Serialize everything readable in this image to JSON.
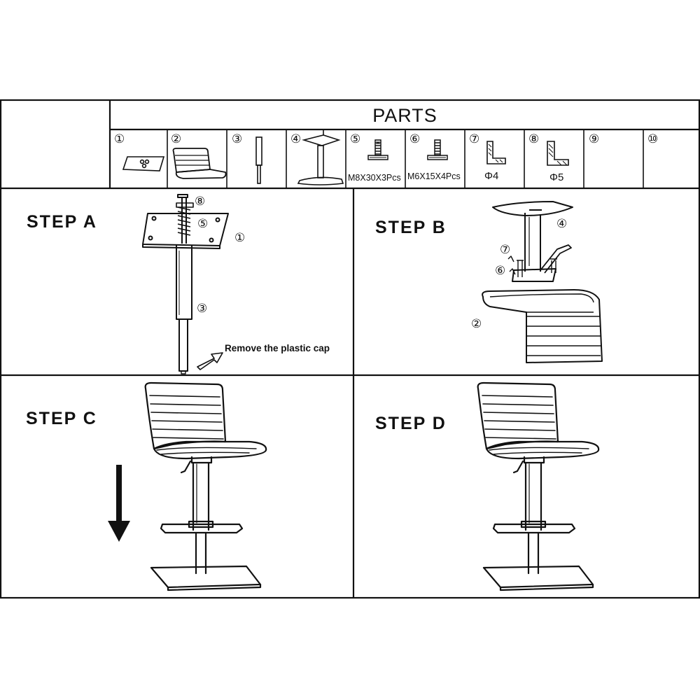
{
  "parts": {
    "title": "PARTS",
    "items": [
      {
        "num": "①",
        "label": ""
      },
      {
        "num": "②",
        "label": ""
      },
      {
        "num": "③",
        "label": ""
      },
      {
        "num": "④",
        "label": ""
      },
      {
        "num": "⑤",
        "label": "M8X30X3Pcs"
      },
      {
        "num": "⑥",
        "label": "M6X15X4Pcs"
      },
      {
        "num": "⑦",
        "label": "Φ4"
      },
      {
        "num": "⑧",
        "label": "Φ5"
      },
      {
        "num": "⑨",
        "label": ""
      },
      {
        "num": "⑩",
        "label": ""
      }
    ]
  },
  "steps": {
    "a": {
      "label": "STEP  A",
      "callouts": [
        "⑧",
        "⑤",
        "①",
        "③"
      ],
      "note": "Remove the plastic cap"
    },
    "b": {
      "label": "STEP  B",
      "callouts": [
        "④",
        "⑦",
        "⑥",
        "②"
      ]
    },
    "c": {
      "label": "STEP  C"
    },
    "d": {
      "label": "STEP  D"
    }
  }
}
